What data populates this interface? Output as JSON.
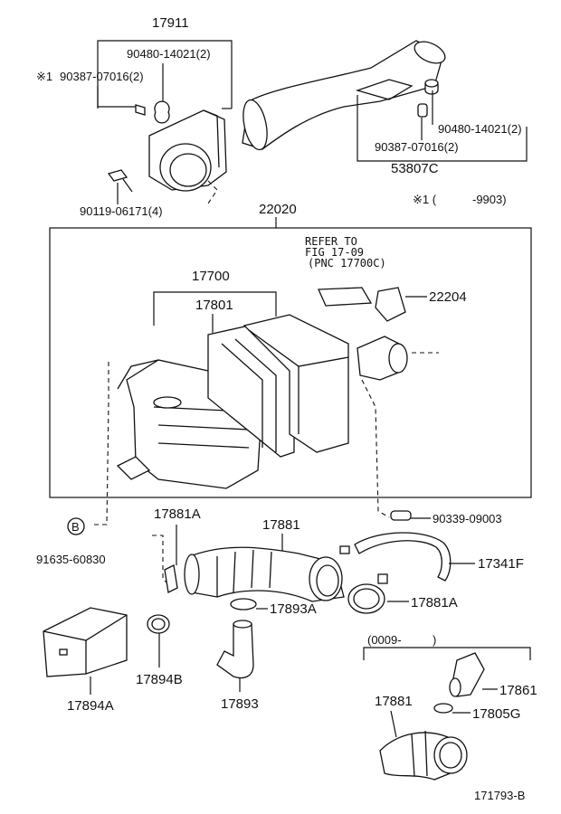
{
  "callouts": {
    "c17911": "17911",
    "c90480a": "90480-14021(2)",
    "mark1": "※1",
    "c90387a": "90387-07016(2)",
    "c90119": "90119-06171(4)",
    "c90480b": "90480-14021(2)",
    "c90387b": "90387-07016(2)",
    "c53807c": "53807C",
    "note_mark": "※1 (",
    "note_range": "-9903)",
    "c22020": "22020",
    "refer1": "REFER TO",
    "refer2": "FIG 17-09",
    "refer3": "(PNC 17700C)",
    "c17700": "17700",
    "c17801": "17801",
    "c22204": "22204",
    "c90339": "90339-09003",
    "b_mark": "B",
    "c91635": "91635-60830",
    "c17881A_top": "17881A",
    "c17881": "17881",
    "c17341F": "17341F",
    "c17881A_right": "17881A",
    "c17893A": "17893A",
    "c17894A": "17894A",
    "c17894B": "17894B",
    "c17893": "17893",
    "range_label": "(0009-",
    "range_close": ")",
    "c17861": "17861",
    "c17881_lower": "17881",
    "c17805G": "17805G",
    "figure_id": "171793-B"
  }
}
